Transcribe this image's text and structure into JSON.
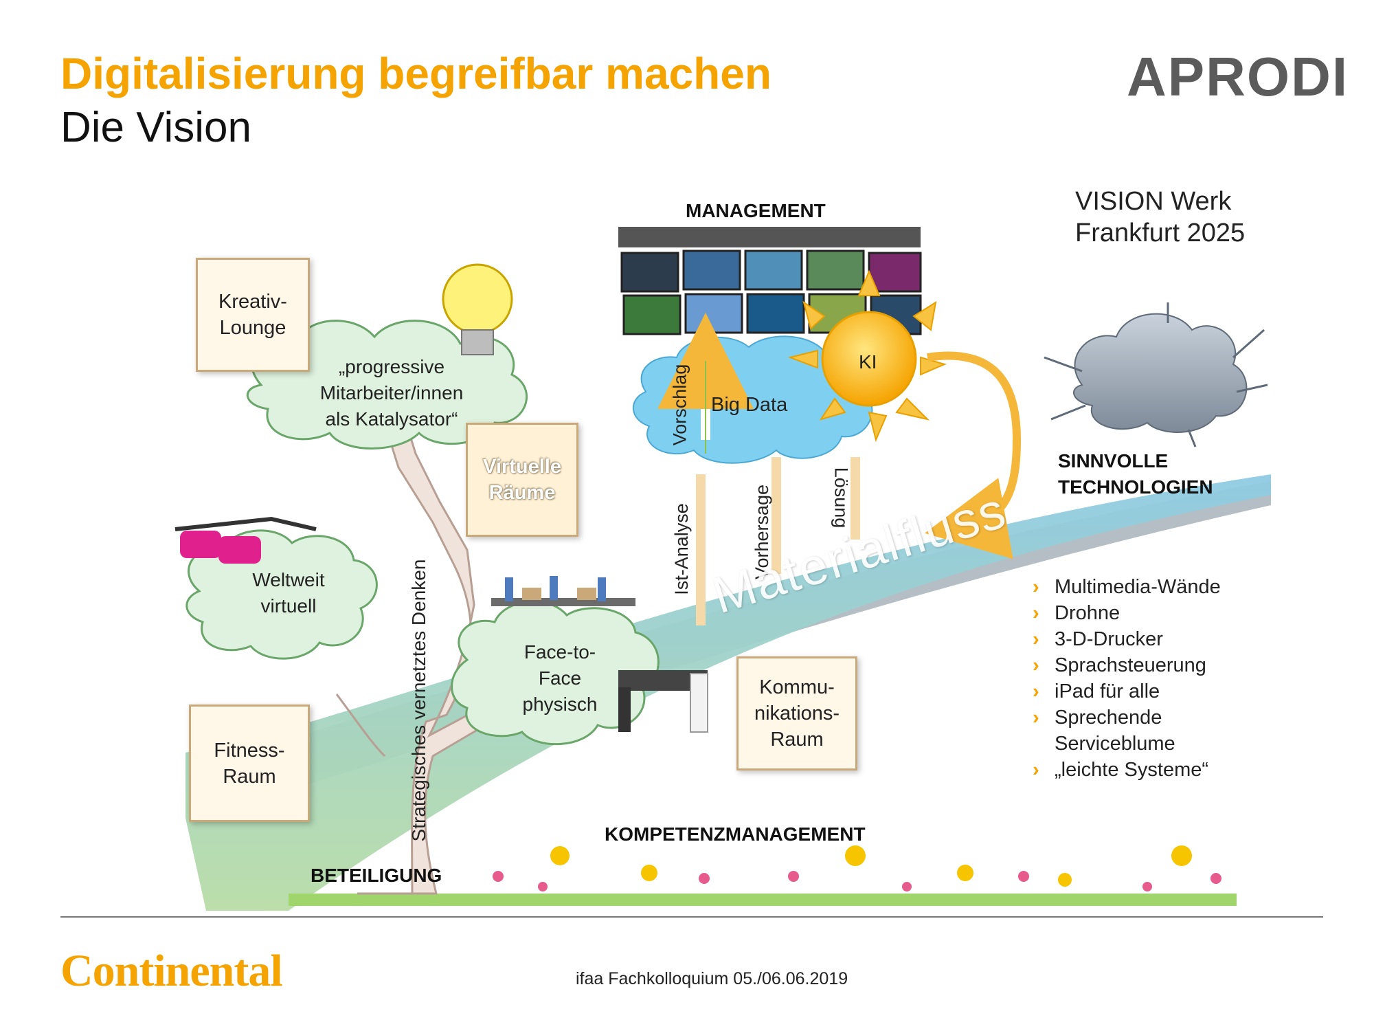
{
  "header": {
    "title": "Digitalisierung begreifbar machen",
    "subtitle": "Die Vision",
    "logo_text": "APRODI"
  },
  "diagram": {
    "management_label": "MANAGEMENT",
    "vision_line1": "VISION Werk",
    "vision_line2": "Frankfurt 2025",
    "ki_label": "KI",
    "big_data_label": "Big Data",
    "arrow_vorschlag": "Vorschlag",
    "arrow_ist_analyse": "Ist-Analyse",
    "arrow_vorhersage": "Vorhersage",
    "arrow_loesung": "Lösung",
    "materialfluss": "Materialfluss",
    "sinnvolle_line1": "SINNVOLLE",
    "sinnvolle_line2": "TECHNOLOGIEN",
    "kompetenz_label": "KOMPETENZMANAGEMENT",
    "beteiligung_label": "BETEILIGUNG",
    "tree_trunk_label": "Strategisches vernetztes Denken",
    "room_kreativ_line1": "Kreativ-",
    "room_kreativ_line2": "Lounge",
    "room_virtuell_line1": "Virtuelle",
    "room_virtuell_line2": "Räume",
    "room_fitness_line1": "Fitness-",
    "room_fitness_line2": "Raum",
    "room_komm_line1": "Kommu-",
    "room_komm_line2": "nikations-",
    "room_komm_line3": "Raum",
    "cloud_progressive_line1": "„progressive",
    "cloud_progressive_line2": "Mitarbeiter/innen",
    "cloud_progressive_line3": "als Katalysator“",
    "cloud_weltweit_line1": "Weltweit",
    "cloud_weltweit_line2": "virtuell",
    "cloud_face_line1": "Face-to-",
    "cloud_face_line2": "Face",
    "cloud_face_line3": "physisch",
    "tech_list": [
      "Multimedia-Wände",
      "Drohne",
      "3-D-Drucker",
      "Sprachsteuerung",
      "iPad für alle",
      "Sprechende",
      "Serviceblume",
      "„leichte Systeme“"
    ]
  },
  "footer": {
    "brand": "Continental",
    "event": "ifaa Fachkolloquium 05./06.06.2019"
  },
  "colors": {
    "accent": "#f5a300",
    "cloud_green": "#dff2df",
    "cloud_blue": "#7fd0f0",
    "room_border": "#c9a97a",
    "ramp_top": "#8fcbe3",
    "ramp_bottom": "#b8dca6"
  }
}
